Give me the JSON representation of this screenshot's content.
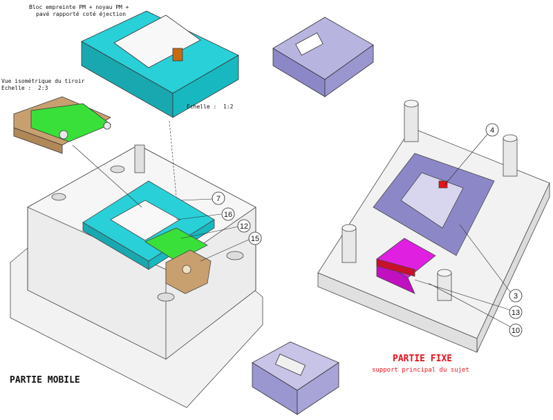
{
  "labels": {
    "bloc_line1": "Bloc empreinte PM + noyau PM +",
    "bloc_line2": "pavé rapporté coté éjection",
    "iso_line1": "Vue isométrique du tiroir",
    "iso_line2": "Echelle :  2:3",
    "echelle_main": "Echelle :  1:2",
    "partie_mobile": "PARTIE MOBILE",
    "partie_fixe": "PARTIE FIXE",
    "partie_fixe_sub": "support principal du sujet"
  },
  "callouts": [
    "7",
    "16",
    "12",
    "15",
    "4",
    "3",
    "13",
    "10"
  ],
  "colors": {
    "cyan": "#2ad0d8",
    "green": "#3ae03a",
    "tan": "#c8a070",
    "magenta": "#e020e0",
    "lavender": "#8c88c8",
    "red_text": "#e8101a",
    "grey_plate": "#e6e6e6"
  }
}
